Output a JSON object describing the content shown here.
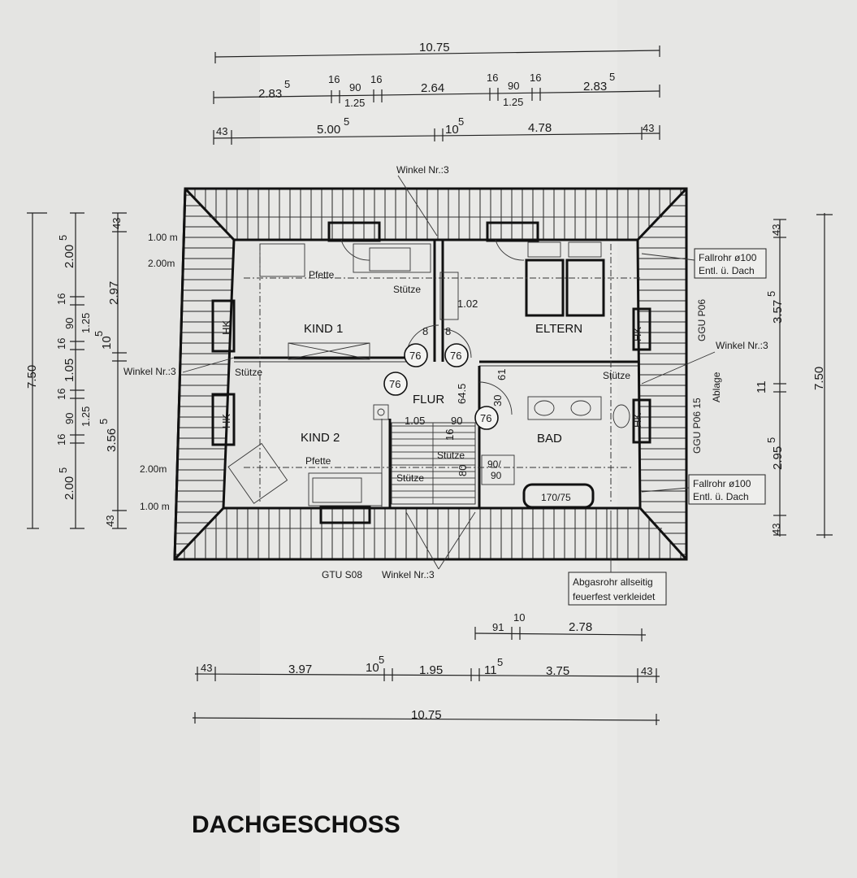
{
  "title": "DACHGESCHOSS",
  "rooms": {
    "kind1": "KIND 1",
    "kind2": "KIND 2",
    "eltern": "ELTERN",
    "flur": "FLUR",
    "bad": "BAD"
  },
  "top_dims": {
    "row1": {
      "total": "10.75"
    },
    "row2": {
      "a": "2.83",
      "a_sup": "5",
      "b": "16",
      "c": "90",
      "c2": "1.25",
      "d": "16",
      "e": "2.64",
      "f": "16",
      "g": "90",
      "g2": "1.25",
      "h": "16",
      "i": "2.83",
      "i_sup": "5"
    },
    "row3": {
      "a": "43",
      "b": "5.00",
      "b_sup": "5",
      "c": "10",
      "c_sup": "5",
      "d": "4.78",
      "e": "43"
    }
  },
  "bottom_dims": {
    "row1": {
      "a": "91",
      "b": "10",
      "c": "2.78"
    },
    "row2": {
      "a": "43",
      "b": "3.97",
      "c": "10",
      "c_sup": "5",
      "d": "1.95",
      "e": "11",
      "e_sup": "5",
      "f": "3.75",
      "g": "43"
    },
    "row3": {
      "total": "10.75"
    }
  },
  "left_dims": {
    "total": "7.50",
    "col2": {
      "a": "2.00",
      "a_sup": "5",
      "b": "16",
      "c": "90",
      "c2": "1.25",
      "d": "16",
      "e": "1.05",
      "f": "16",
      "g": "90",
      "g2": "1.25",
      "h": "16",
      "i": "2.00",
      "i_sup": "5"
    },
    "col3": {
      "a": "43",
      "b": "2.97",
      "c": "10",
      "c_sup": "5",
      "d": "3.56",
      "d_sup": "5",
      "e": "43"
    },
    "heights": {
      "h1": "1.00 m",
      "h2": "2.00m",
      "h3": "2.00m",
      "h4": "1.00 m"
    }
  },
  "right_dims": {
    "total": "7.50",
    "col": {
      "a": "43",
      "b": "3.57",
      "b_sup": "5",
      "c": "11",
      "d": "2.95",
      "d_sup": "5",
      "e": "43"
    }
  },
  "labels": {
    "winkel": "Winkel Nr.:3",
    "pfette": "Pfette",
    "stuetze": "Stütze",
    "hk": "HK",
    "door": "76",
    "ggu1": "GGU P06",
    "ggu2": "GGU P06 15",
    "ablage": "Ablage",
    "gtu": "GTU S08",
    "fallrohr_line1": "Fallrohr ø100",
    "fallrohr_line2": "Entl. ü. Dach",
    "abgas_line1": "Abgasrohr allseitig",
    "abgas_line2": "feuerfest verkleidet",
    "wanne": "170/75",
    "dusche_line1": "90/",
    "dusche_line2": "90",
    "d102": "1.02",
    "d105": "1.05",
    "d90": "90",
    "d8a": "8",
    "d8b": "8",
    "d61": "61",
    "d30": "30",
    "d16": "16",
    "d80": "80",
    "d645": "64.5"
  }
}
